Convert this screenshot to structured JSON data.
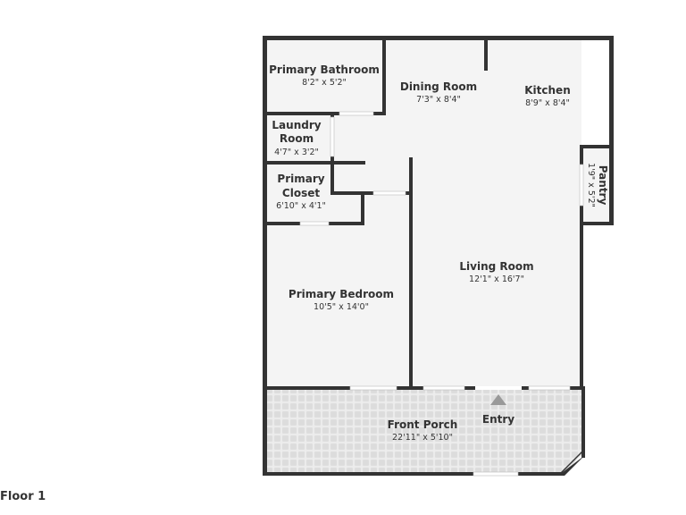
{
  "floor_label": "Floor 1",
  "colors": {
    "wall": "#333333",
    "interior": "#f4f4f4",
    "porch": "#e6e6e6",
    "window": "#ffffff",
    "entry_arrow": "#999999"
  },
  "rooms": {
    "primary_bathroom": {
      "name": "Primary Bathroom",
      "dims": "8'2\" x 5'2\""
    },
    "dining_room": {
      "name": "Dining Room",
      "dims": "7'3\" x 8'4\""
    },
    "kitchen": {
      "name": "Kitchen",
      "dims": "8'9\" x 8'4\""
    },
    "laundry_room": {
      "name_line1": "Laundry",
      "name_line2": "Room",
      "dims": "4'7\" x 3'2\""
    },
    "pantry": {
      "name": "Pantry",
      "dims": "1'9\" x 5'2\""
    },
    "primary_closet": {
      "name_line1": "Primary",
      "name_line2": "Closet",
      "dims": "6'10\" x 4'1\""
    },
    "living_room": {
      "name": "Living Room",
      "dims": "12'1\" x 16'7\""
    },
    "primary_bedroom": {
      "name": "Primary Bedroom",
      "dims": "10'5\" x 14'0\""
    },
    "front_porch": {
      "name": "Front Porch",
      "dims": "22'11\" x 5'10\""
    },
    "entry": {
      "name": "Entry"
    }
  }
}
